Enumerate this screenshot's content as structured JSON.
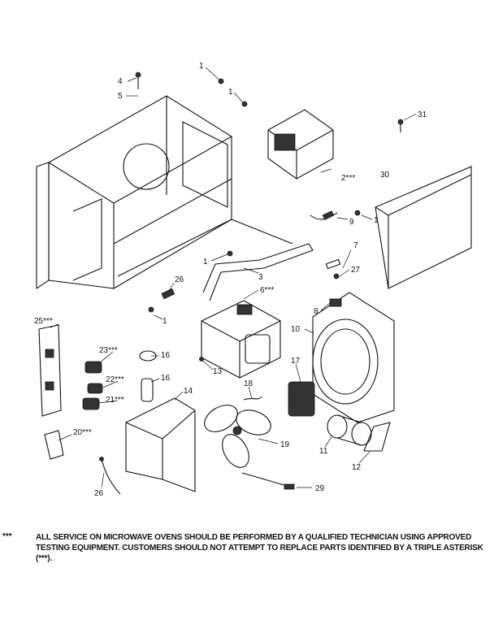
{
  "callouts": [
    {
      "id": "c1a",
      "text": "1"
    },
    {
      "id": "c1b",
      "text": "1"
    },
    {
      "id": "c1c",
      "text": "1"
    },
    {
      "id": "c1d",
      "text": "1"
    },
    {
      "id": "c1e",
      "text": "1"
    },
    {
      "id": "c2",
      "text": "2***"
    },
    {
      "id": "c3",
      "text": "3"
    },
    {
      "id": "c4",
      "text": "4"
    },
    {
      "id": "c5",
      "text": "5"
    },
    {
      "id": "c6",
      "text": "6***"
    },
    {
      "id": "c7",
      "text": "7"
    },
    {
      "id": "c8",
      "text": "8"
    },
    {
      "id": "c9",
      "text": "9"
    },
    {
      "id": "c10",
      "text": "10"
    },
    {
      "id": "c11",
      "text": "11"
    },
    {
      "id": "c12",
      "text": "12"
    },
    {
      "id": "c13",
      "text": "13"
    },
    {
      "id": "c14",
      "text": "14"
    },
    {
      "id": "c16a",
      "text": "16"
    },
    {
      "id": "c16b",
      "text": "16"
    },
    {
      "id": "c17",
      "text": "17"
    },
    {
      "id": "c18",
      "text": "18"
    },
    {
      "id": "c19",
      "text": "19"
    },
    {
      "id": "c20",
      "text": "20***"
    },
    {
      "id": "c21",
      "text": "21***"
    },
    {
      "id": "c22",
      "text": "22***"
    },
    {
      "id": "c23",
      "text": "23***"
    },
    {
      "id": "c25",
      "text": "25***"
    },
    {
      "id": "c26a",
      "text": "26"
    },
    {
      "id": "c26b",
      "text": "26"
    },
    {
      "id": "c27",
      "text": "27"
    },
    {
      "id": "c29",
      "text": "29"
    },
    {
      "id": "c30",
      "text": "30"
    },
    {
      "id": "c31",
      "text": "31"
    }
  ],
  "notice": {
    "marker": "***",
    "text": "ALL SERVICE ON MICROWAVE OVENS SHOULD BE PERFORMED BY A QUALIFIED TECHNICIAN USING APPROVED TESTING EQUIPMENT. CUSTOMERS SHOULD NOT ATTEMPT TO REPLACE PARTS IDENTIFIED BY A TRIPLE ASTERISK (***)."
  }
}
